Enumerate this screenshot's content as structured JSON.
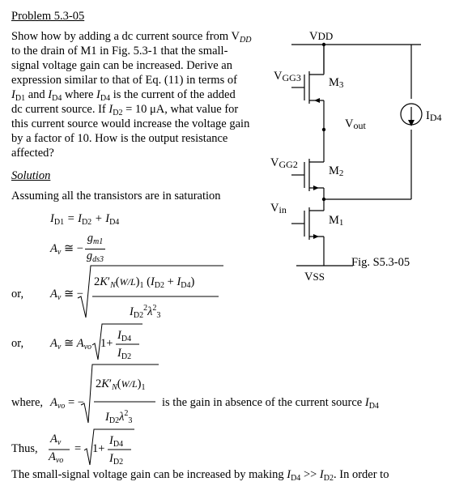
{
  "problem": {
    "heading": "Problem 5.3-05",
    "lines": [
      "Show how by adding a dc current source from V",
      "to the drain of M1 in Fig. 5.3-1 that the small-",
      "signal voltage gain can be increased.  Derive an",
      "expression similar to that of Eq. (11) in terms of",
      " and ",
      " where ",
      " is the current of the added",
      "dc current source.  If ",
      " = 10 μA, what value for",
      "this current source would increase the voltage gain",
      "by a factor of 10.  How is the output resistance",
      "affected?"
    ],
    "sub_dd": "DD"
  },
  "solution": {
    "heading": "Solution",
    "intro": "Assuming all the transistors are in saturation",
    "eq1": "I_D1 = I_D2 + I_D4",
    "or_label": "or,",
    "where_label": "where,",
    "where_text": "is the gain in absence of the current source",
    "thus_label": "Thus,",
    "conclusion": "The small-signal voltage gain can be increased by making I_D4 >> I_D2.  In order to"
  },
  "circuit": {
    "vdd": "V",
    "vdd_sub": "DD",
    "vgg3": "V",
    "vgg3_sub": "GG3",
    "vgg2": "V",
    "vgg2_sub": "GG2",
    "vin": "V",
    "vin_sub": "in",
    "vout": "V",
    "vout_sub": "out",
    "vss": "V",
    "vss_sub": "SS",
    "m3": "M",
    "m3_sub": "3",
    "m2": "M",
    "m2_sub": "2",
    "m1": "M",
    "m1_sub": "1",
    "id4": "I",
    "id4_sub": "D4",
    "caption": "Fig. S5.3-05"
  }
}
